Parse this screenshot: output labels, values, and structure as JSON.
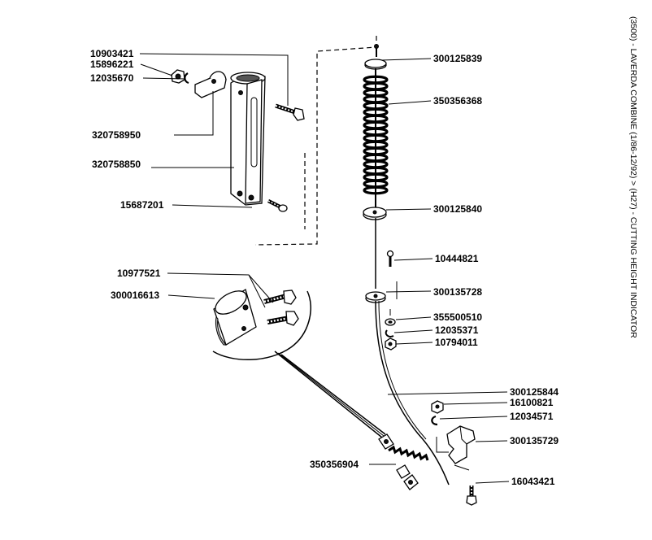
{
  "side_title": "(3500) - LAVERDA COMBINE (1/86-12/92) > (H27) - CUTTING HEIGHT INDICATOR",
  "parts": {
    "p10903421": "10903421",
    "p15896221": "15896221",
    "p12035670": "12035670",
    "p320758950": "320758950",
    "p320758850": "320758850",
    "p15687201": "15687201",
    "p10977521": "10977521",
    "p300016613": "300016613",
    "p350356904": "350356904",
    "p300125839": "300125839",
    "p350356368": "350356368",
    "p300125840": "300125840",
    "p10444821": "10444821",
    "p300135728": "300135728",
    "p355500510": "355500510",
    "p12035371": "12035371",
    "p10794011": "10794011",
    "p300125844": "300125844",
    "p16100821": "16100821",
    "p12034571": "12034571",
    "p300135729": "300135729",
    "p16043421": "16043421"
  }
}
